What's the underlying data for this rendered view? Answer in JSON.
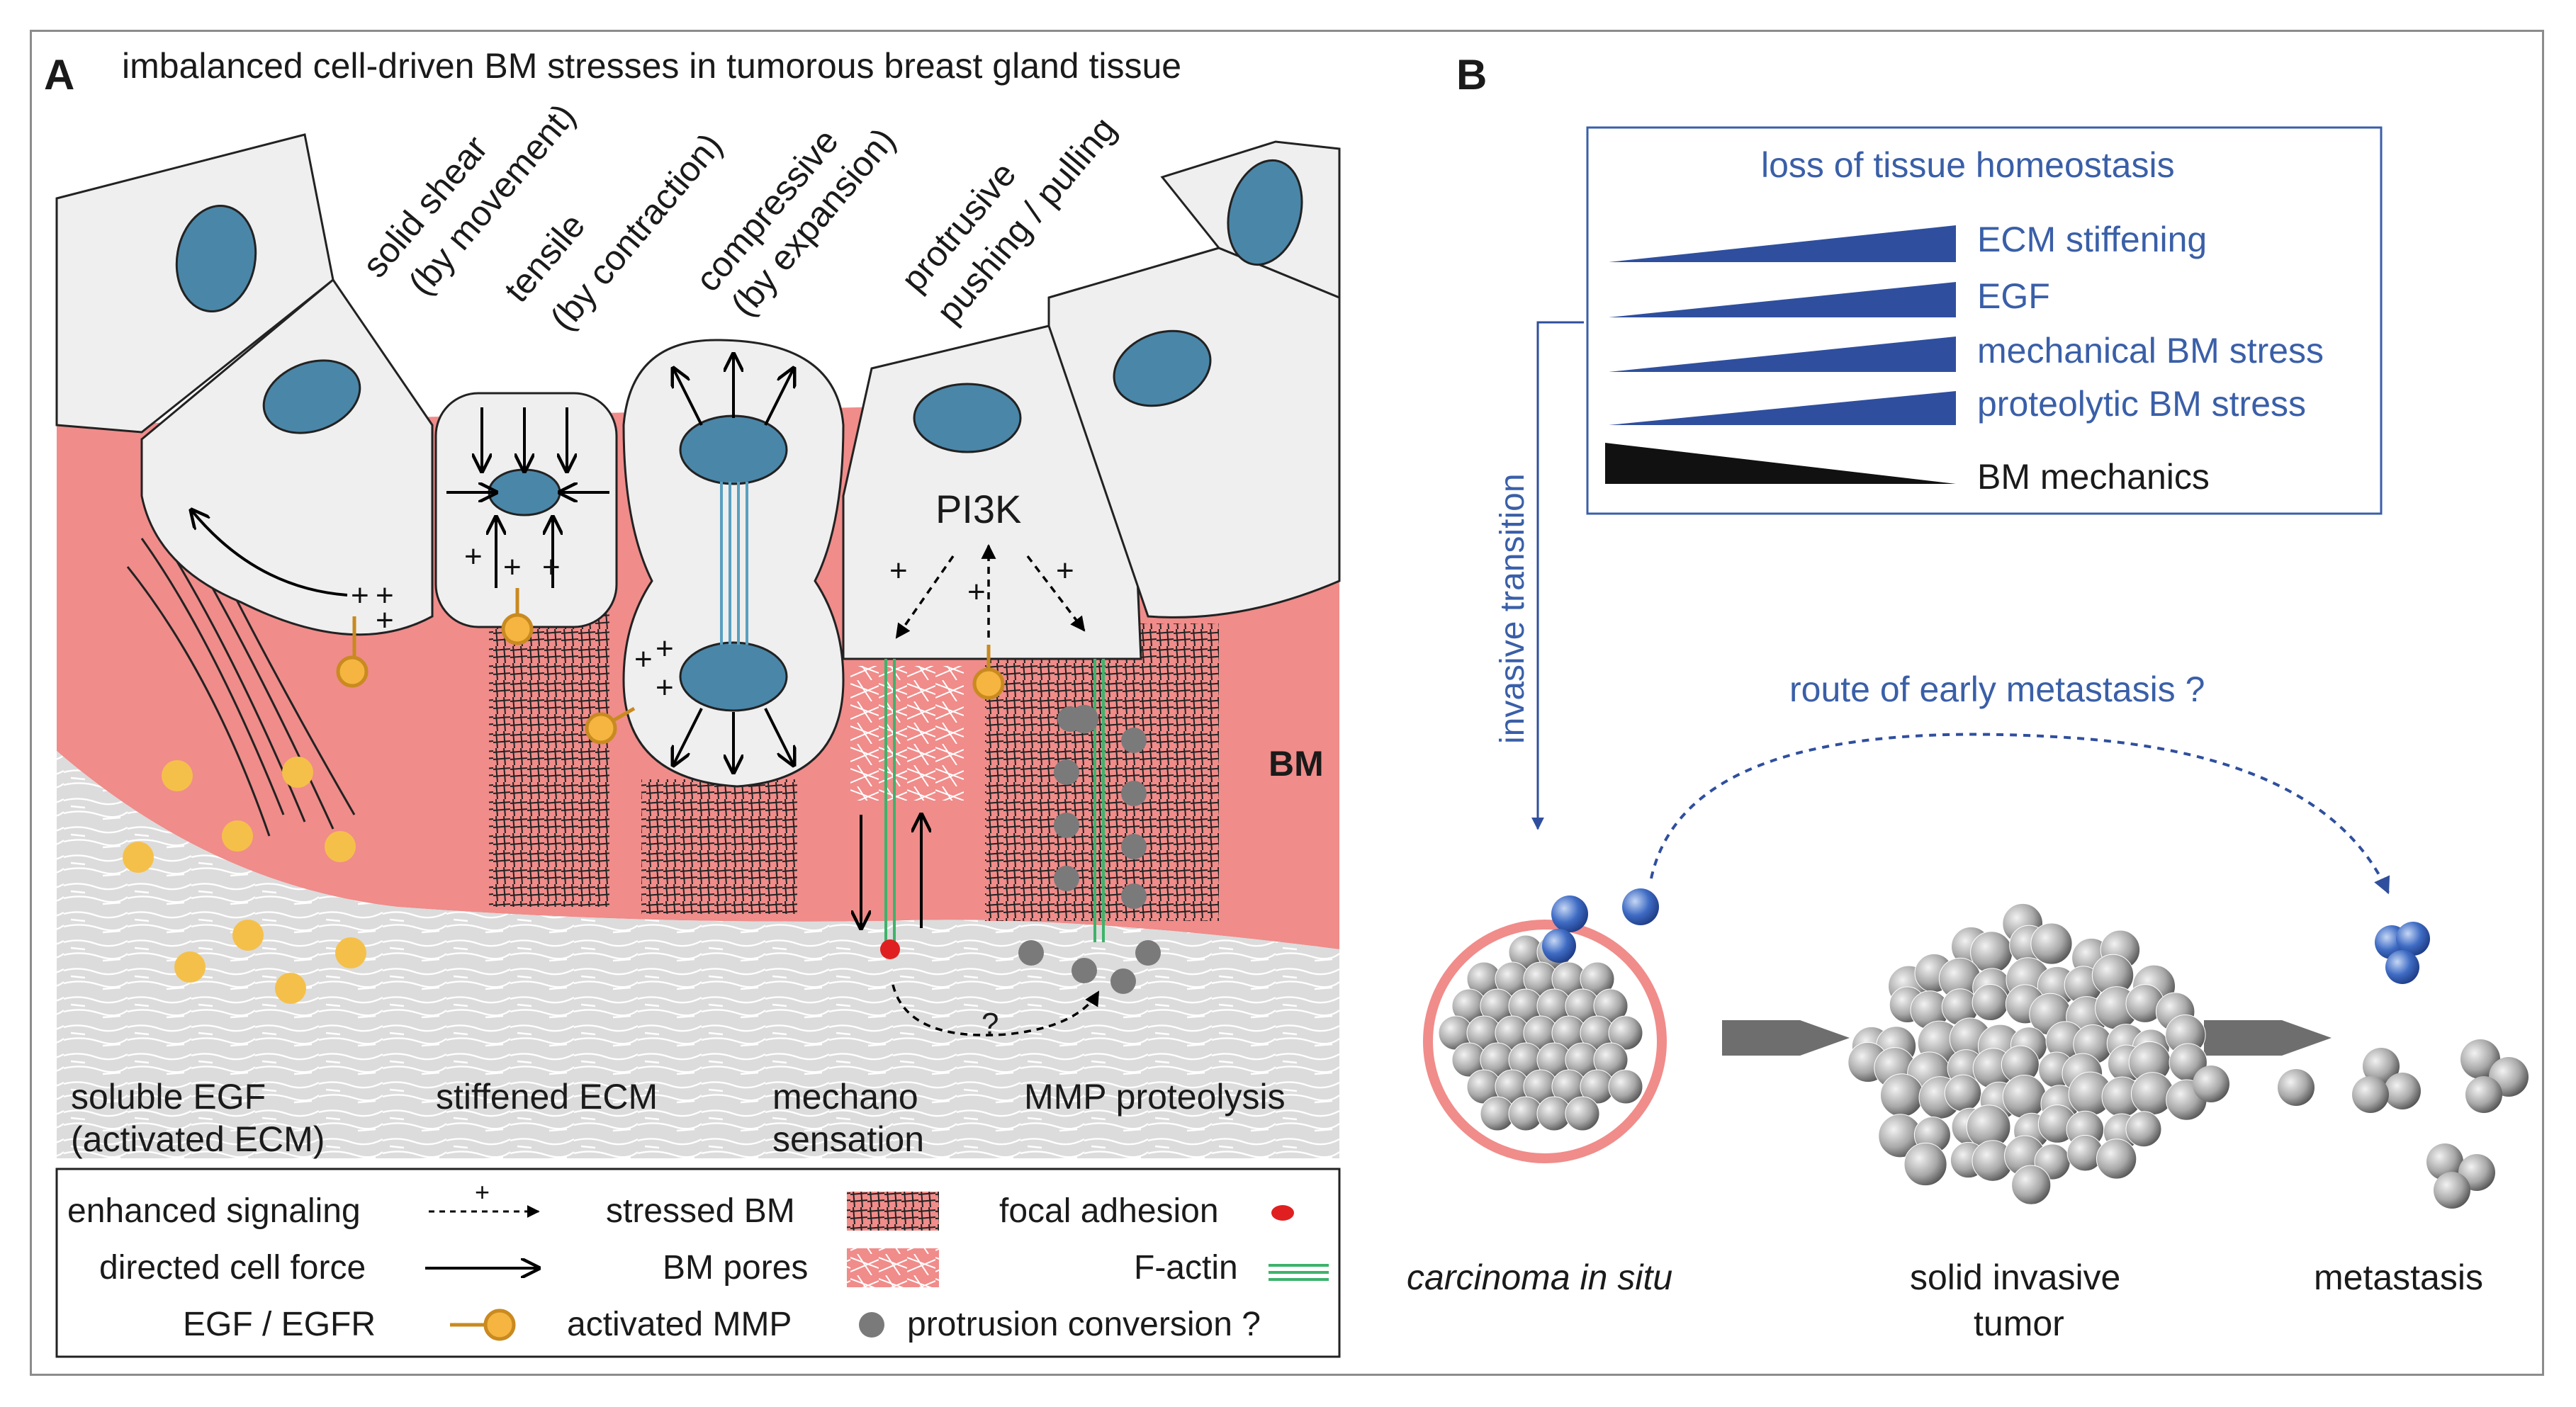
{
  "panel_a": {
    "letter": "A",
    "title": "imbalanced cell-driven BM stresses in tumorous breast gland tissue",
    "stress_labels": [
      {
        "line1": "solid shear",
        "line2": "(by movement)"
      },
      {
        "line1": "tensile",
        "line2": "(by contraction)"
      },
      {
        "line1": "compressive",
        "line2": "(by expansion)"
      },
      {
        "line1": "protrusive",
        "line2": "pushing / pulling"
      }
    ],
    "pi3k": "PI3K",
    "bm_label": "BM",
    "question_mark": "?",
    "plus": "+",
    "bottom_labels": {
      "soluble_egf": {
        "line1": "soluble EGF",
        "line2": "(activated ECM)"
      },
      "stiffened_ecm": "stiffened ECM",
      "mechano": {
        "line1": "mechano",
        "line2": "sensation"
      },
      "mmp": "MMP proteolysis"
    },
    "legend": {
      "enhanced_signaling": "enhanced signaling",
      "directed_cell_force": "directed cell force",
      "egf_egfr": "EGF / EGFR",
      "stressed_bm": "stressed BM",
      "bm_pores": "BM pores",
      "activated_mmp": "activated MMP",
      "focal_adhesion": "focal adhesion",
      "f_actin": "F-actin",
      "protrusion_conversion": "protrusion conversion ?"
    }
  },
  "panel_b": {
    "letter": "B",
    "box_title": "loss of tissue homeostasis",
    "items": [
      "ECM stiffening",
      "EGF",
      "mechanical BM stress",
      "proteolytic BM stress",
      "BM mechanics"
    ],
    "invasive_transition": "invasive transition",
    "route": "route of early metastasis ?",
    "stages": {
      "carcinoma": "carcinoma in situ",
      "solid_line1": "solid invasive",
      "solid_line2": "tumor",
      "metastasis": "metastasis"
    }
  },
  "colors": {
    "bm_pink": "#f08c8a",
    "nucleus_blue": "#4a86a8",
    "egf_yellow": "#f5c04a",
    "egfr_orange": "#e0a030",
    "text_blue": "#3a5fa8",
    "wedge_blue": "#2f4f9e",
    "focal_red": "#e02020",
    "factin_green": "#3db36b"
  }
}
